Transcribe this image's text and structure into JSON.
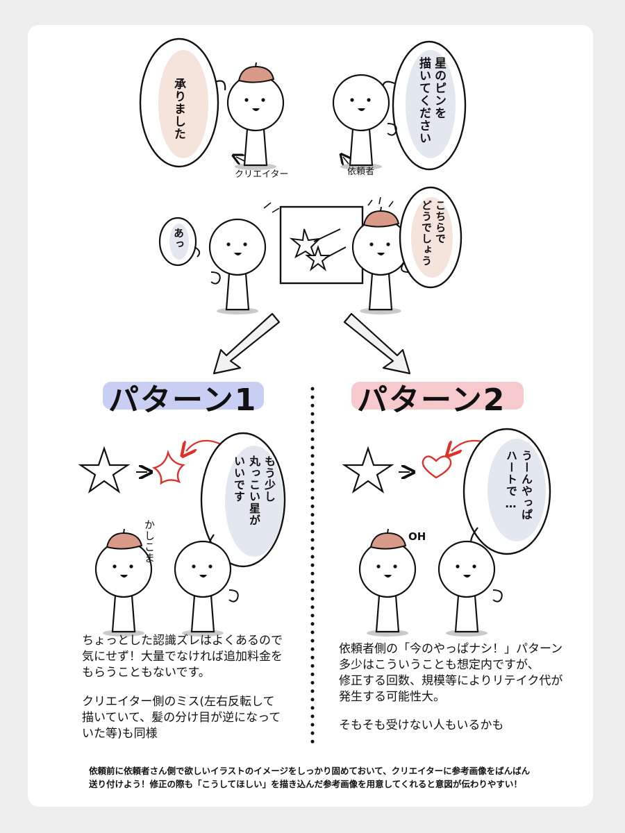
{
  "scene1": {
    "creator_speech": "承りました",
    "client_speech": "星のピンを\n描いてください",
    "creator_label": "クリエイター",
    "client_label": "依頼者"
  },
  "scene2": {
    "client_reaction": "あっ",
    "creator_speech": "こちらで\nどうでしょう"
  },
  "pattern1": {
    "title": "パターン1",
    "title_highlight": "#c9cff2",
    "speech": "もう少し\n丸っこい星が\nいいです",
    "reaction": "かしこま",
    "description_1": "ちょっとした認識ズレはよくあるので\n気にせず！大量でなければ追加料金を\nもらうこともないです。",
    "description_2": "クリエイター側のミス(左右反転して\n描いていて、髪の分け目が逆になって\nいた等)も同様"
  },
  "pattern2": {
    "title": "パターン2",
    "title_highlight": "#f6c9cd",
    "speech": "うーんやっぱ\nハートで…",
    "reaction": "OH",
    "description_1": "依頼者側の「今のやっぱナシ！」パターン\n多少はこういうことも想定内ですが、\n修正する回数、規模等によりリテイク代が\n発生する可能性大。",
    "description_2": "そもそも受けない人もいるかも"
  },
  "footer": "依頼前に依頼者さん側で欲しいイラストのイメージをしっかり固めておいて、クリエイターに参考画像をばんばん\n送り付けよう！修正の際も「こうしてほしい」を描き込んだ参考画像を用意してくれると意図が伝わりやすい！",
  "colors": {
    "beret": "#d99a8a",
    "warm_bubble": "#f4e4dc",
    "cool_bubble": "#e3e8f0",
    "edit_red": "#e0302a",
    "ink": "#111111"
  }
}
